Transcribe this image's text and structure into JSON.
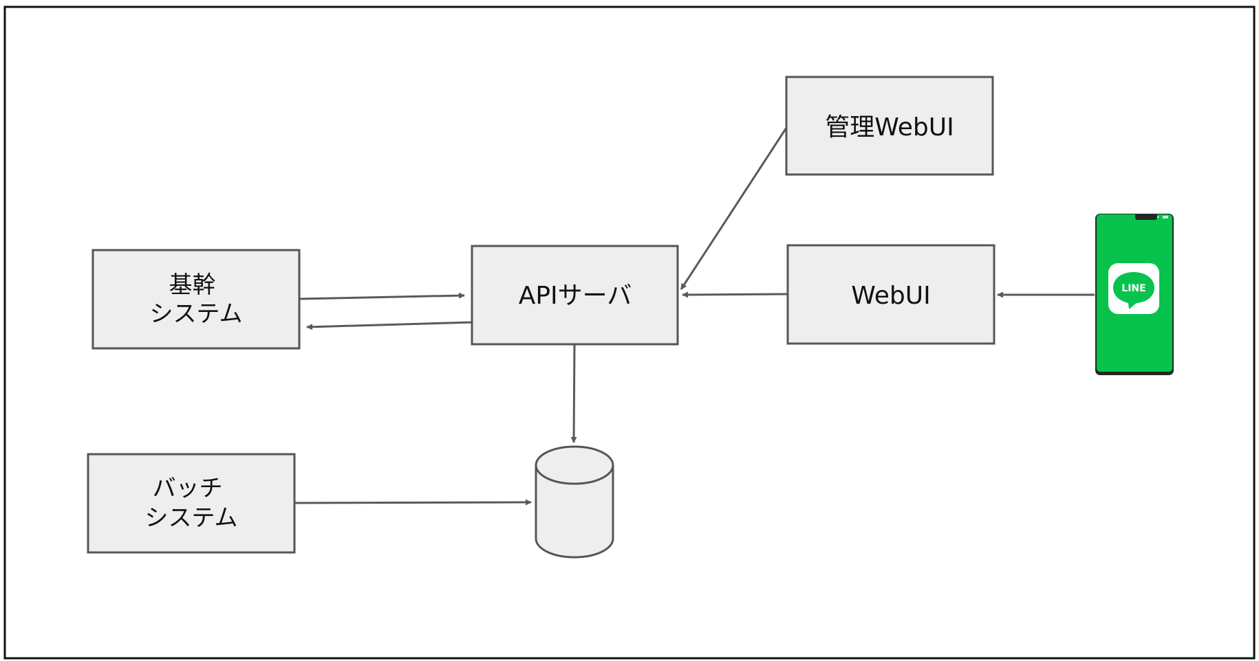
{
  "diagram": {
    "nodes": {
      "kikan": {
        "lines": [
          "基幹",
          "システム"
        ]
      },
      "api": {
        "lines": [
          "APIサーバ"
        ]
      },
      "admin_webui": {
        "lines": [
          "管理WebUI"
        ]
      },
      "webui": {
        "lines": [
          "WebUI"
        ]
      },
      "batch": {
        "lines": [
          "バッチ",
          "システム"
        ]
      },
      "database": {
        "shape": "cylinder"
      },
      "phone": {
        "icon": "line-app-icon",
        "logo_text": "LINE"
      }
    },
    "edges": [
      {
        "from": "kikan",
        "to": "api"
      },
      {
        "from": "api",
        "to": "kikan"
      },
      {
        "from": "admin_webui",
        "to": "api"
      },
      {
        "from": "webui",
        "to": "api"
      },
      {
        "from": "phone",
        "to": "webui"
      },
      {
        "from": "api",
        "to": "database"
      },
      {
        "from": "batch",
        "to": "database"
      }
    ],
    "colors": {
      "box_fill": "#eeeeee",
      "box_stroke": "#555555",
      "line": "#595959",
      "frame": "#111111",
      "phone_green": "#07c34d"
    }
  }
}
